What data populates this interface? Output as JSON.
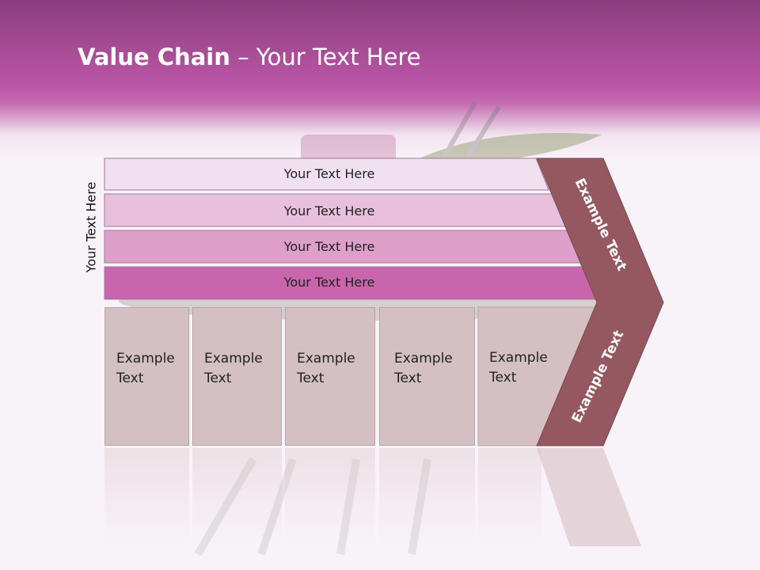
{
  "slide": {
    "title_bold": "Value Chain",
    "title_rest": " – Your Text Here",
    "side_label": "Your Text Here"
  },
  "bars": [
    {
      "label": "Your Text Here",
      "color": "#f1e1ef"
    },
    {
      "label": "Your Text Here",
      "color": "#e8c0dd"
    },
    {
      "label": "Your Text Here",
      "color": "#de9fcb"
    },
    {
      "label": "Your Text Here",
      "color": "#c865ac"
    }
  ],
  "columns": [
    {
      "line1": "Example",
      "line2": "Text"
    },
    {
      "line1": "Example",
      "line2": "Text"
    },
    {
      "line1": "Example",
      "line2": "Text"
    },
    {
      "line1": "Example",
      "line2": "Text"
    },
    {
      "line1": "Example",
      "line2": "Text"
    }
  ],
  "chevron": {
    "upper_label": "Example Text",
    "lower_label": "Example Text",
    "color": "#955860"
  },
  "colors": {
    "header_dark": "#8a3e7e",
    "header_light": "#c46bb0",
    "column_fill": "#d4c0c3"
  }
}
